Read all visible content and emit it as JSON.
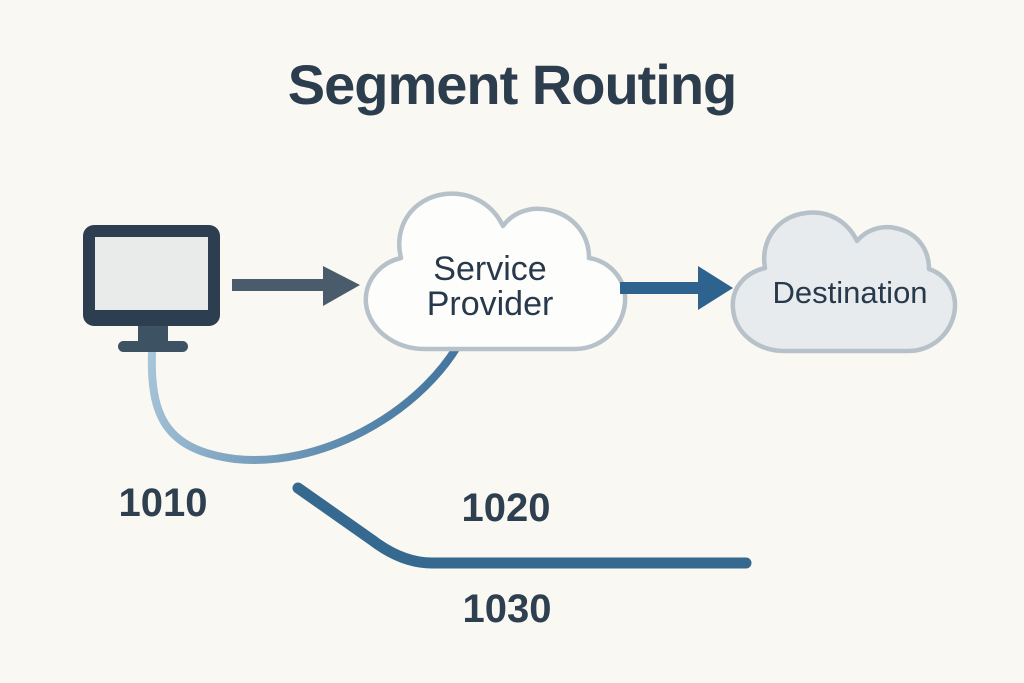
{
  "title": "Segment Routing",
  "diagram": {
    "source": {
      "icon": "computer-monitor-icon"
    },
    "service_provider": {
      "line1": "Service",
      "line2": "Provider"
    },
    "destination": {
      "label": "Destination"
    },
    "segment_labels": {
      "sid1": "1010",
      "sid2": "1020",
      "sid3": "1030"
    }
  },
  "colors": {
    "background": "#FAF8F2",
    "title_text": "#2C3D4E",
    "segment_label_text": "#2E3F50",
    "cloud_label_text": "#27394B",
    "monitor_frame": "#2C3E4F",
    "monitor_screen": "#E9EBEA",
    "monitor_stand": "#3D5263",
    "arrow_gray": "#4A5B6B",
    "arrow_blue": "#2E6390",
    "curve_gradient_start": "#A8C5D9",
    "curve_gradient_end": "#3B6F9A",
    "segment_line": "#35698F",
    "cloud_stroke": "#B7C1C9",
    "service_provider_cloud_fill": "#FDFDFC",
    "destination_cloud_fill": "#E7EBED"
  }
}
